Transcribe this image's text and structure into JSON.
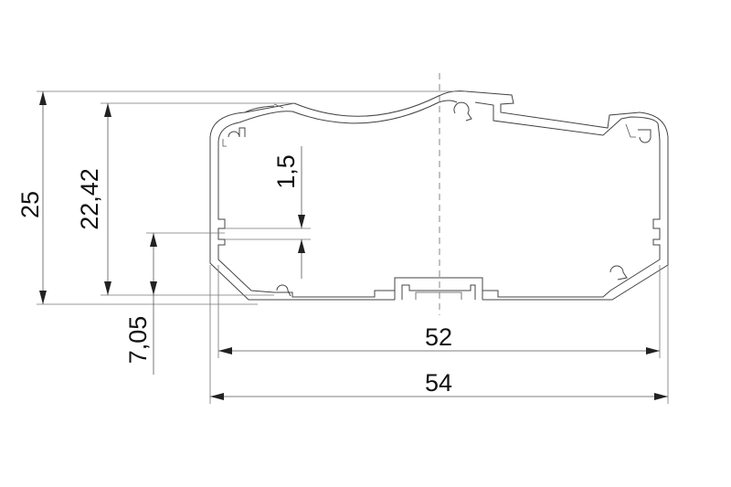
{
  "dimensions": {
    "overall_height": "25",
    "inner_height": "22,42",
    "wall_thickness": "1,5",
    "rail_height": "7,05",
    "inner_width": "52",
    "outer_width": "54"
  }
}
